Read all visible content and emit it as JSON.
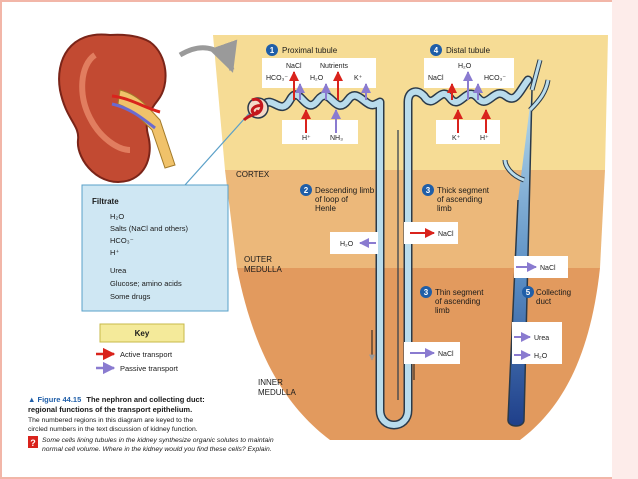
{
  "regions": {
    "cortex": "CORTEX",
    "outer_medulla": [
      "OUTER",
      "MEDULLA"
    ],
    "inner_medulla": [
      "INNER",
      "MEDULLA"
    ]
  },
  "segments": {
    "s1": {
      "num": "1",
      "title": "Proximal tubule"
    },
    "s2": {
      "num": "2",
      "lines": [
        "Descending limb",
        "of loop of",
        "Henle"
      ]
    },
    "s3": {
      "num": "3",
      "lines": [
        "Thin segment",
        "of ascending",
        "limb"
      ]
    },
    "s4": {
      "num": "4",
      "title": "Distal tubule"
    },
    "s5": {
      "num": "5",
      "lines": [
        "Collecting",
        "duct"
      ]
    },
    "s3b": {
      "num": "3",
      "lines": [
        "Thick segment",
        "of ascending",
        "limb"
      ]
    }
  },
  "transport": {
    "proximal_top": [
      "NaCl",
      "Nutrients",
      "HCO₃⁻",
      "H₂O",
      "K⁺"
    ],
    "proximal_bottom": [
      "H⁺",
      "NH₃"
    ],
    "distal_top": [
      "H₂O",
      "NaCl",
      "HCO₃⁻"
    ],
    "distal_bottom": [
      "K⁺",
      "H⁺"
    ],
    "desc_limb": "H₂O",
    "thick_asc": "NaCl",
    "thin_asc": "NaCl",
    "cd_outer": "NaCl",
    "cd_inner_1": "Urea",
    "cd_inner_2": "H₂O"
  },
  "filtrate": {
    "title": "Filtrate",
    "items": [
      "H₂O",
      "Salts (NaCl and others)",
      "HCO₃⁻",
      "H⁺",
      "Urea",
      "Glucose; amino acids",
      "Some drugs"
    ]
  },
  "key": {
    "title": "Key",
    "active": "Active transport",
    "passive": "Passive transport"
  },
  "caption": {
    "figure": "▲ Figure 44.15",
    "title_1": "The nephron and collecting duct:",
    "title_2": "regional functions of the transport epithelium.",
    "body_1": "The numbered regions in this diagram are keyed to the",
    "body_2": "circled numbers in the text discussion of kidney function.",
    "q_mark": "?",
    "question_1": "Some cells lining tubules in the kidney synthesize organic solutes to maintain",
    "question_2": "normal cell volume. Where in the kidney would you find these cells? Explain."
  },
  "colors": {
    "active": "#d9231c",
    "passive": "#8a7bd0",
    "cortex": "#f6dc95",
    "outer_medulla": "#ecb87a",
    "inner_medulla": "#e29a5e",
    "tubule": "#b9dcec",
    "tubule_edge": "#2a3a4a",
    "key_bg": "#f4ea9a",
    "filtrate_bg": "#cfe7f3",
    "badge": "#1f5ea8"
  }
}
